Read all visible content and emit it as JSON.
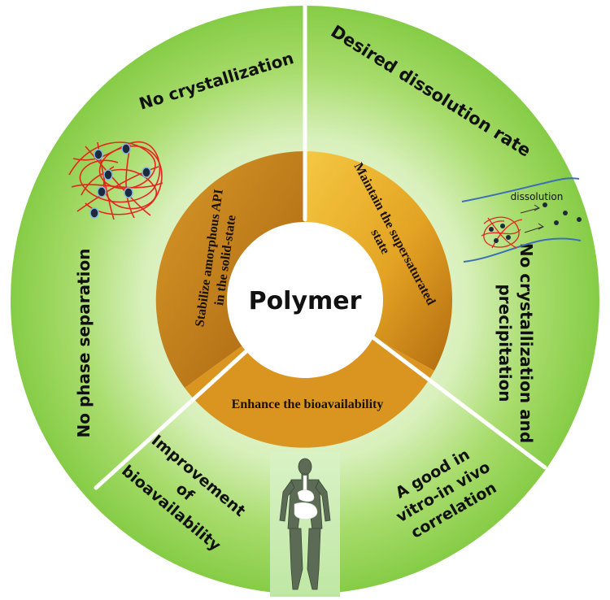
{
  "center": {
    "label": "Polymer"
  },
  "inner_ring": {
    "left": "Stabilize amorphous API",
    "left_line2": "in the solid-state",
    "right": "Maintain the supersaturated",
    "right_line2": "state",
    "bottom": "Enhance the bioavailability"
  },
  "outer_ring": {
    "no_crystallization": "No crystallization",
    "desired_dissolution": "Desired dissolution rate",
    "no_cryst_precip_line1": "No crystallization and",
    "no_cryst_precip_line2": "precipitation",
    "good_ivivc_line1": "A good in",
    "good_ivivc_line2": "vitro-in vivo",
    "good_ivivc_line3": "correlation",
    "improvement_line1": "Improvement",
    "improvement_line2": "of",
    "improvement_line3": "bioavailability",
    "no_phase_separation": "No phase separation"
  },
  "illustrations": {
    "dissolution_label": "dissolution",
    "polymer_network_icon": "polymer-network-icon",
    "dissolution_flow_icon": "dissolution-flow-icon",
    "human_body_icon": "human-body-icon"
  },
  "colors": {
    "outer_green": "#8fd14f",
    "inner_gold": "#e8a52a",
    "center_white": "#ffffff",
    "divider": "#ffffff",
    "polymer_red": "#e4261e",
    "drug_dot": "#1e2a3a",
    "flow_blue": "#3b6fb6"
  }
}
